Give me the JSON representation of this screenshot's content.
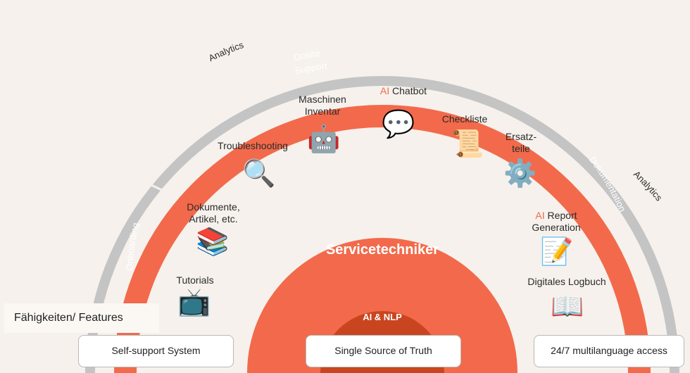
{
  "layers": {
    "outer_ring": {
      "label_left": "Analytics",
      "label_right": "Analytics"
    },
    "orange_ring": {
      "segments": [
        {
          "id": "onboarding",
          "label": "Onboarding"
        },
        {
          "id": "onsite",
          "label": "Onsite\nSupport"
        },
        {
          "id": "dokumentation",
          "label": "Dokumentation"
        }
      ]
    },
    "core": {
      "label": "Servicetechniker"
    },
    "inner_core": {
      "label": "AI & NLP"
    }
  },
  "features": [
    {
      "id": "tutorials",
      "label": "Tutorials",
      "icon": "tv-icon"
    },
    {
      "id": "dokumente",
      "label": "Dokumente,\nArtikel, etc.",
      "icon": "books-icon"
    },
    {
      "id": "troubleshooting",
      "label": "Troubleshooting",
      "icon": "magnifier-icon"
    },
    {
      "id": "inventar",
      "label": "Maschinen\nInventar",
      "icon": "robot-icon"
    },
    {
      "id": "chatbot",
      "ai": "AI",
      "label": " Chatbot",
      "icon": "speech-bubble-icon"
    },
    {
      "id": "checkliste",
      "label": "Checkliste",
      "icon": "scroll-icon"
    },
    {
      "id": "ersatzteile",
      "label": "Ersatz-\nteile",
      "icon": "gear-icon"
    },
    {
      "id": "report",
      "ai": "AI",
      "label": " Report\nGeneration",
      "icon": "memo-icon"
    },
    {
      "id": "logbuch",
      "label": "Digitales Logbuch",
      "icon": "open-book-icon"
    }
  ],
  "features_heading": "Fähigkeiten/ Features",
  "bottom_pills": [
    "Self-support System",
    "Single Source of Truth",
    "24/7 multilanguage access"
  ],
  "colors": {
    "background": "#f6f1ec",
    "orange": "#f26a4b",
    "dark_orange": "#c9451f",
    "grey_ring": "#c4c4c4"
  }
}
